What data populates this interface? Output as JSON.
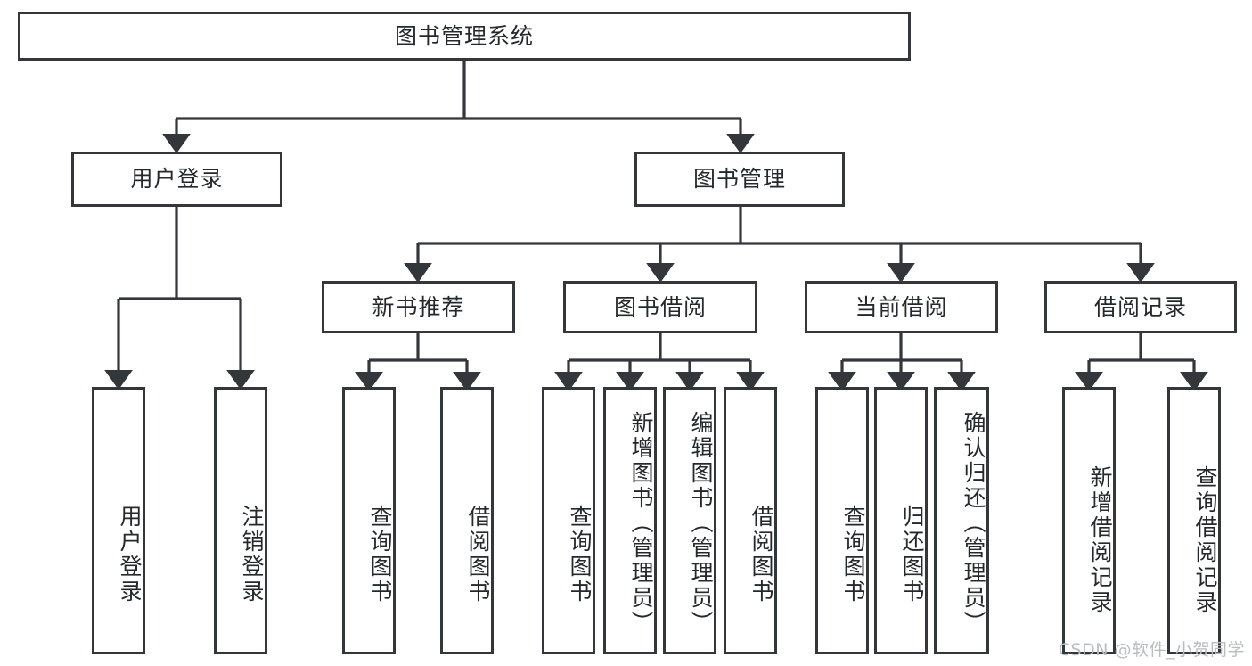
{
  "diagram": {
    "title": "图书管理系统",
    "type": "tree",
    "watermark": "CSDN @软件_小贺同学",
    "colors": {
      "box_border": "#33363b",
      "connector": "#33363b",
      "text": "#24292e",
      "background": "#ffffff",
      "watermark": "#b9bcc1"
    },
    "root": {
      "label": "图书管理系统"
    },
    "level2": [
      {
        "label": "用户登录"
      },
      {
        "label": "图书管理"
      }
    ],
    "level3": [
      {
        "label": "新书推荐"
      },
      {
        "label": "图书借阅"
      },
      {
        "label": "当前借阅"
      },
      {
        "label": "借阅记录"
      }
    ],
    "leaves": {
      "user_login": [
        {
          "label": "用户登录"
        },
        {
          "label": "注销登录"
        }
      ],
      "new_book_recommend": [
        {
          "label": "查询图书"
        },
        {
          "label": "借阅图书"
        }
      ],
      "book_borrow": [
        {
          "label": "查询图书"
        },
        {
          "label": "新增图书（管理员）"
        },
        {
          "label": "编辑图书（管理员）"
        },
        {
          "label": "借阅图书"
        }
      ],
      "current_borrow": [
        {
          "label": "查询图书"
        },
        {
          "label": "归还图书"
        },
        {
          "label": "确认归还（管理员）"
        }
      ],
      "borrow_record": [
        {
          "label": "新增借阅记录"
        },
        {
          "label": "查询借阅记录"
        }
      ]
    }
  }
}
